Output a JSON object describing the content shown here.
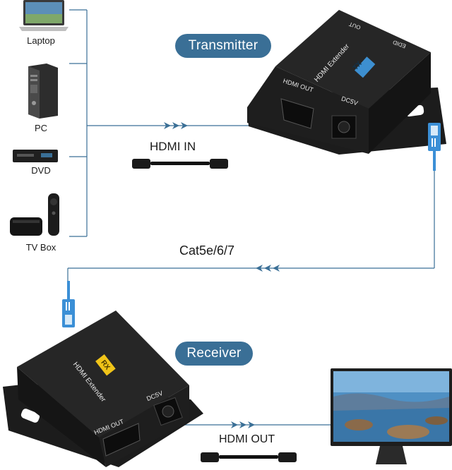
{
  "sources": [
    {
      "label": "Laptop",
      "icon": "laptop-icon"
    },
    {
      "label": "PC",
      "icon": "pc-tower-icon"
    },
    {
      "label": "DVD",
      "icon": "dvd-player-icon"
    },
    {
      "label": "TV Box",
      "icon": "tv-box-icon"
    }
  ],
  "transmitter": {
    "title": "Transmitter",
    "device_name": "HDMI Extender",
    "badge": "TX",
    "port_hdmi": "HDMI OUT",
    "port_power": "DC5V",
    "port_out": "OUT",
    "port_edid": "EDID"
  },
  "receiver": {
    "title": "Receiver",
    "device_name": "HDMI Extender",
    "badge": "RX",
    "port_hdmi": "HDMI OUT",
    "port_power": "DC5V"
  },
  "cables": {
    "hdmi_in": "HDMI IN",
    "cat": "Cat5e/6/7",
    "hdmi_out": "HDMI OUT"
  },
  "colors": {
    "line": "#3a6f96",
    "pill": "#3a6f96",
    "tx_badge": "#3d8fd0",
    "rx_badge": "#f0c419",
    "device": "#2a2a2a"
  }
}
